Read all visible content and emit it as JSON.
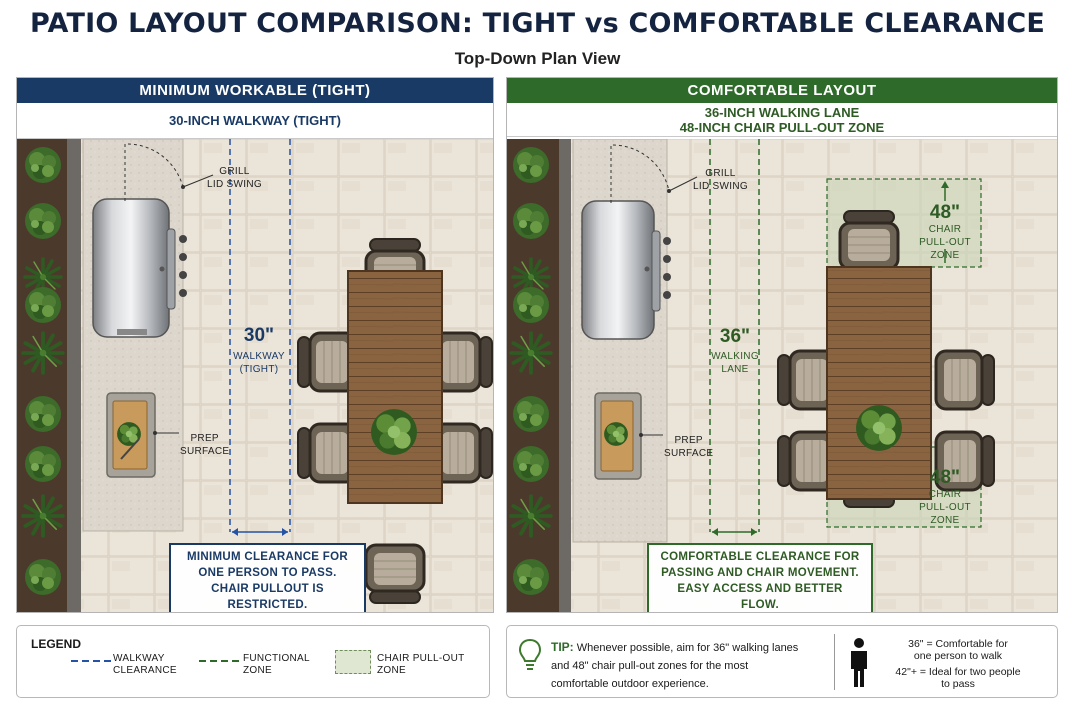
{
  "header": {
    "title": "PATIO LAYOUT COMPARISON: TIGHT vs COMFORTABLE CLEARANCE",
    "subtitle": "Top-Down Plan View"
  },
  "left_panel": {
    "title": "MINIMUM WORKABLE (TIGHT)",
    "subtitle": "30-INCH WALKWAY (TIGHT)",
    "grill_callout_line1": "GRILL",
    "grill_callout_line2": "LID SWING",
    "prep_callout_line1": "PREP",
    "prep_callout_line2": "SURFACE",
    "walkway_value": "30\"",
    "walkway_label_line1": "WALKWAY",
    "walkway_label_line2": "(TIGHT)",
    "note_line1": "MINIMUM CLEARANCE FOR",
    "note_line2": "ONE PERSON TO PASS.",
    "note_line3": "CHAIR PULLOUT IS RESTRICTED."
  },
  "right_panel": {
    "title": "COMFORTABLE LAYOUT",
    "subtitle_line1": "36-INCH WALKING LANE",
    "subtitle_line2": "48-INCH CHAIR PULL-OUT ZONE",
    "grill_callout_line1": "GRILL",
    "grill_callout_line2": "LID SWING",
    "prep_callout_line1": "PREP",
    "prep_callout_line2": "SURFACE",
    "lane_value": "36\"",
    "lane_label_line1": "WALKING",
    "lane_label_line2": "LANE",
    "zone_value": "48\"",
    "zone_label_line1": "CHAIR",
    "zone_label_line2": "PULL-OUT",
    "zone_label_line3": "ZONE",
    "note_line1": "COMFORTABLE CLEARANCE FOR",
    "note_line2": "PASSING AND CHAIR MOVEMENT.",
    "note_line3": "EASY ACCESS AND BETTER FLOW."
  },
  "legend": {
    "title": "LEGEND",
    "walkway_line1": "WALKWAY",
    "walkway_line2": "CLEARANCE",
    "functional_line1": "FUNCTIONAL",
    "functional_line2": "ZONE",
    "pullout_line1": "CHAIR PULL-OUT",
    "pullout_line2": "ZONE"
  },
  "tip": {
    "label": "TIP:",
    "line1": "Whenever possible, aim for 36\" walking lanes",
    "line2": "and 48\" chair pull-out zones for the most",
    "line3": "comfortable outdoor experience.",
    "fact1_line1": "36\" = Comfortable for",
    "fact1_line2": "one person to walk",
    "fact2_line1": "42\"+ = Ideal for two people",
    "fact2_line2": "to pass"
  },
  "colors": {
    "navy": "#1a3a66",
    "green": "#2e6b2a",
    "walkway_dash": "#2452a6",
    "zone_dash": "#2e6b2a",
    "zone_fill": "#c9d6b8",
    "paver": "#e6ddcf",
    "counter": "#dcd6cb",
    "wood": "#8a6440"
  },
  "icons": [
    "lightbulb-icon",
    "person-icon",
    "shrub-icon",
    "agave-icon",
    "herb-pot-icon"
  ]
}
